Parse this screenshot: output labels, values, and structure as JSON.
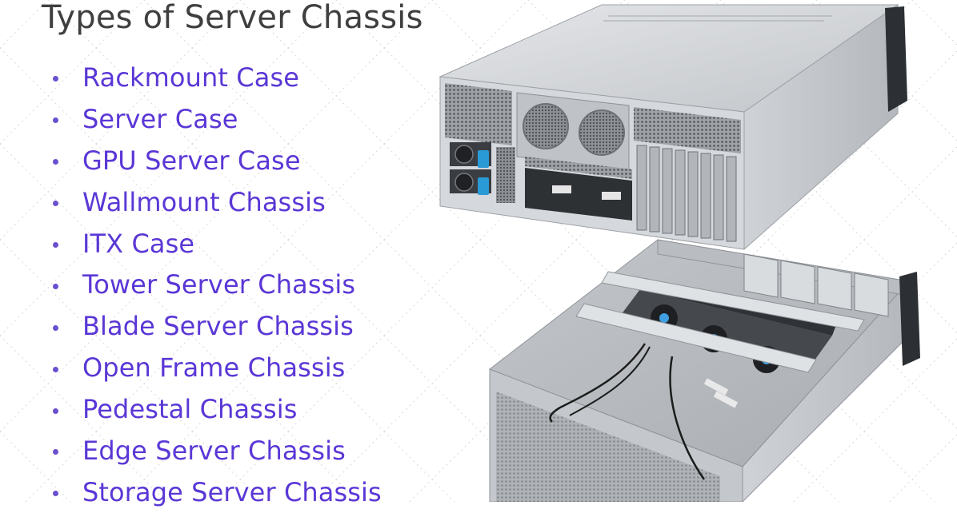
{
  "title": "Types of Server Chassis",
  "chassis_types": [
    "Rackmount Case",
    "Server Case",
    "GPU Server Case",
    "Wallmount Chassis",
    "ITX Case",
    "Tower Server Chassis",
    "Blade Server Chassis",
    "Open Frame Chassis",
    "Pedestal Chassis",
    "Edge Server Chassis",
    "Storage Server Chassis"
  ],
  "colors": {
    "title": "#3f3f3f",
    "list_text": "#5a37d6",
    "bullet": "#6a4fcf",
    "background": "#ffffff",
    "chassis_metal": "#c9ccd0"
  },
  "icons": {
    "bullet": "bullet-dot-icon"
  }
}
